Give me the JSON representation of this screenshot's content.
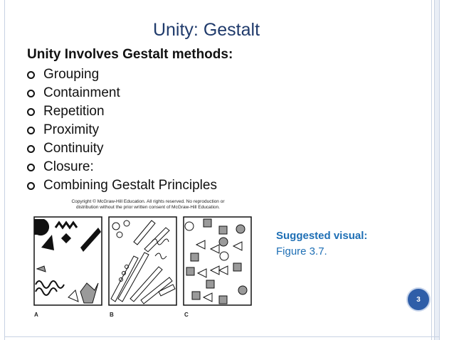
{
  "slide": {
    "title": "Unity: Gestalt",
    "subheading": "Unity Involves Gestalt methods:",
    "bullets": [
      {
        "label": "Grouping"
      },
      {
        "label": "Containment"
      },
      {
        "label": "Repetition"
      },
      {
        "label": "Proximity"
      },
      {
        "label": "Continuity"
      },
      {
        "label": "Closure:"
      },
      {
        "label": "Combining Gestalt Principles"
      }
    ],
    "figure": {
      "copyright_line1": "Copyright © McGraw-Hill Education.  All rights reserved. No reproduction or",
      "copyright_line2": "distribution without the prior written consent of McGraw-Hill Education.",
      "panel_labels": [
        "A",
        "B",
        "C"
      ]
    },
    "suggested_visual": {
      "title": "Suggested visual:",
      "body": "Figure 3.7."
    },
    "page_number": "3"
  },
  "colors": {
    "title": "#1f3a6b",
    "accent_blue": "#1e6fb5",
    "page_badge": "#2f5ea8",
    "frame": "#c8d2e3"
  }
}
